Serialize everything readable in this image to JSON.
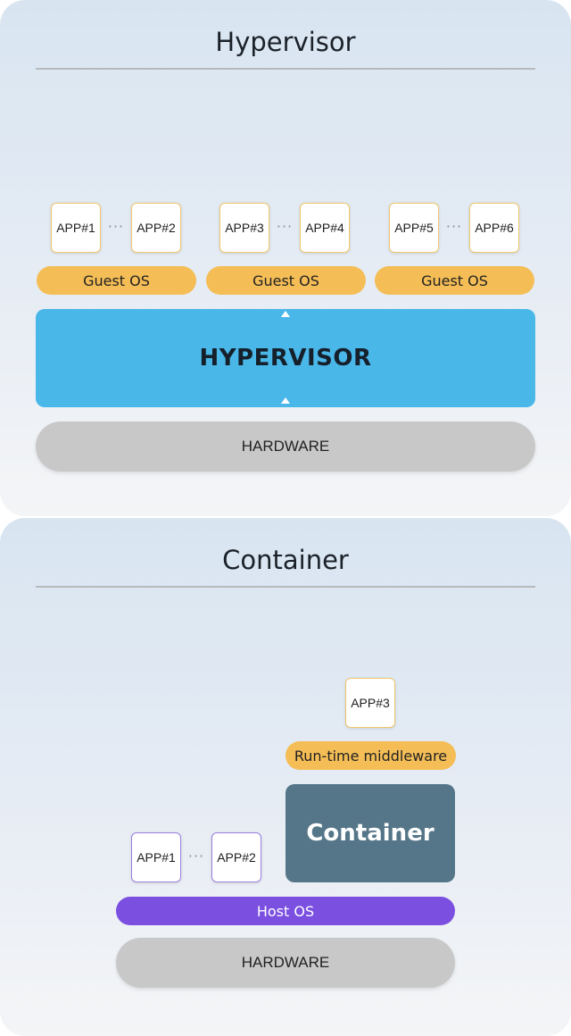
{
  "hypervisor_panel": {
    "title": "Hypervisor",
    "apps": [
      "APP#1",
      "APP#2",
      "APP#3",
      "APP#4",
      "APP#5",
      "APP#6"
    ],
    "ellipsis": "···",
    "guest_os": [
      "Guest OS",
      "Guest OS",
      "Guest OS"
    ],
    "hypervisor_label": "HYPERVISOR",
    "hardware_label": "HARDWARE"
  },
  "container_panel": {
    "title": "Container",
    "apps": [
      "APP#1",
      "APP#2"
    ],
    "ellipsis": "···",
    "container_app": "APP#3",
    "runtime_label": "Run-time middleware",
    "container_label": "Container",
    "host_os_label": "Host OS",
    "hardware_label": "HARDWARE"
  },
  "colors": {
    "guest_os": "#f4bd56",
    "hypervisor": "#4ab7e9",
    "hardware": "#c8c8c8",
    "host_os": "#7b4fe0",
    "container": "#557689"
  }
}
